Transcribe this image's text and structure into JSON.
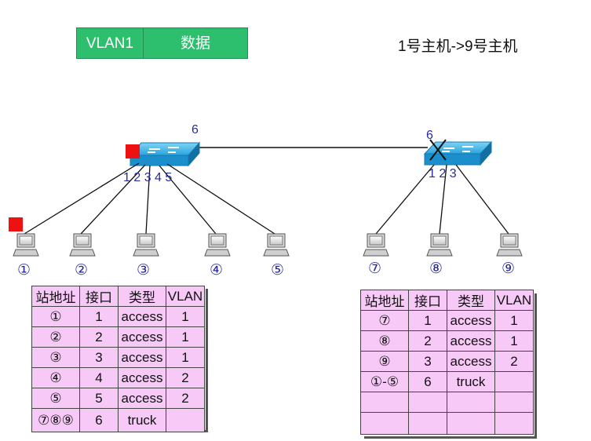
{
  "frame": {
    "vlan_tag": "VLAN1",
    "payload": "数据"
  },
  "caption": "1号主机->9号主机",
  "switch_left": {
    "uplink_port": "6",
    "port_labels": "1 2 3 4 5"
  },
  "switch_right": {
    "uplink_port": "6",
    "port_labels": "1 2 3"
  },
  "hosts": [
    "①",
    "②",
    "③",
    "④",
    "⑤",
    "⑦",
    "⑧",
    "⑨"
  ],
  "table_headers": [
    "站地址",
    "接口",
    "类型",
    "VLAN"
  ],
  "table_left": [
    [
      "①",
      "1",
      "access",
      "1"
    ],
    [
      "②",
      "2",
      "access",
      "1"
    ],
    [
      "③",
      "3",
      "access",
      "1"
    ],
    [
      "④",
      "4",
      "access",
      "2"
    ],
    [
      "⑤",
      "5",
      "access",
      "2"
    ],
    [
      "⑦⑧⑨",
      "6",
      "truck",
      ""
    ]
  ],
  "table_right": [
    [
      "⑦",
      "1",
      "access",
      "1"
    ],
    [
      "⑧",
      "2",
      "access",
      "1"
    ],
    [
      "⑨",
      "3",
      "access",
      "2"
    ],
    [
      "①-⑤",
      "6",
      "truck",
      ""
    ],
    [
      "",
      "",
      "",
      ""
    ],
    [
      "",
      "",
      "",
      ""
    ]
  ],
  "colors": {
    "frame": "#2ebf6e",
    "switch": "#1e9bd7",
    "table_fill": "#f7c9f7",
    "marker": "#ee1111"
  }
}
